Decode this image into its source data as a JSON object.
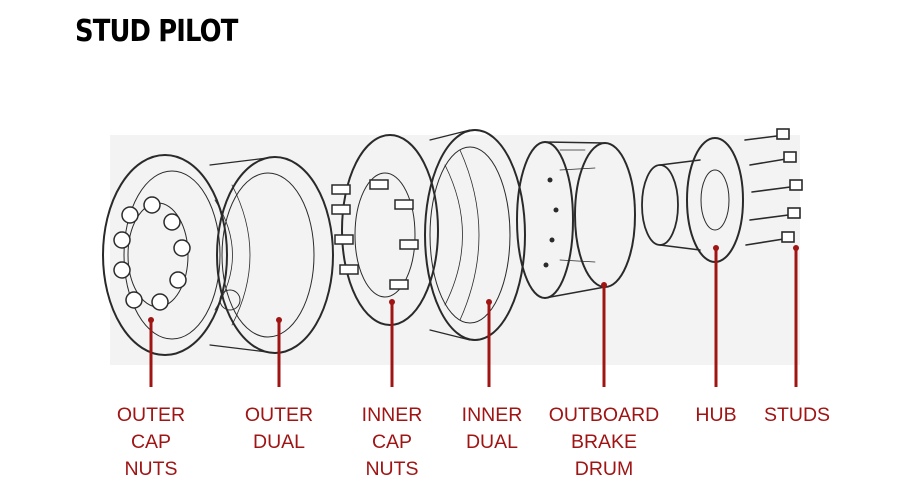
{
  "title": "STUD PILOT",
  "accent_color": "#a01414",
  "labels": [
    {
      "lines": [
        "OUTER",
        "CAP",
        "NUTS"
      ]
    },
    {
      "lines": [
        "OUTER",
        "DUAL"
      ]
    },
    {
      "lines": [
        "INNER",
        "CAP",
        "NUTS"
      ]
    },
    {
      "lines": [
        "INNER",
        "DUAL"
      ]
    },
    {
      "lines": [
        "OUTBOARD",
        "BRAKE",
        "DRUM"
      ]
    },
    {
      "lines": [
        "HUB"
      ]
    },
    {
      "lines": [
        "STUDS"
      ]
    }
  ]
}
